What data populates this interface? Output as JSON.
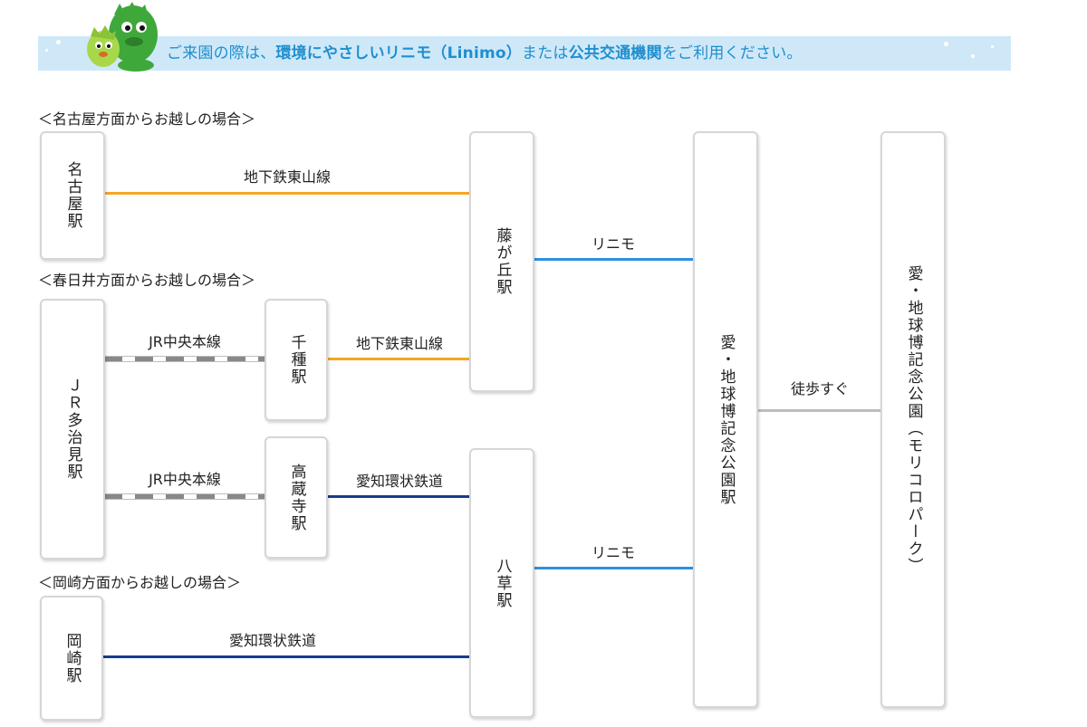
{
  "banner": {
    "part1": "ご来園の際は、",
    "part2": "環境にやさしいリニモ（Linimo）",
    "part3": "または",
    "part4": "公共交通機関",
    "part5": "をご利用ください。"
  },
  "sections": {
    "nagoya": "＜名古屋方面からお越しの場合＞",
    "kasugai": "＜春日井方面からお越しの場合＞",
    "okazaki": "＜岡崎方面からお越しの場合＞"
  },
  "stations": {
    "nagoya": "名古屋駅",
    "tajimi": "ＪＲ多治見駅",
    "chikusa": "千種駅",
    "kozoji": "高蔵寺駅",
    "okazaki": "岡崎駅",
    "fujigaoka": "藤が丘駅",
    "yakusa": "八草駅",
    "expo_park_station": "愛・地球博記念公園駅",
    "expo_park": "愛・地球博記念公園（モリコロパーク）"
  },
  "lines": {
    "higashiyama_1": "地下鉄東山線",
    "higashiyama_2": "地下鉄東山線",
    "jr_chuo_1": "JR中央本線",
    "jr_chuo_2": "JR中央本線",
    "aikan_1": "愛知環状鉄道",
    "aikan_2": "愛知環状鉄道",
    "linimo_1": "リニモ",
    "linimo_2": "リニモ",
    "walk": "徒歩すぐ"
  },
  "colors": {
    "higashiyama": "#f5a623",
    "linimo": "#2f8fe0",
    "aikan": "#163d8c",
    "jr": "#888888",
    "walk": "#bdbdbd",
    "banner_bg": "#cfe8f8",
    "banner_text": "#1f8fcf"
  }
}
